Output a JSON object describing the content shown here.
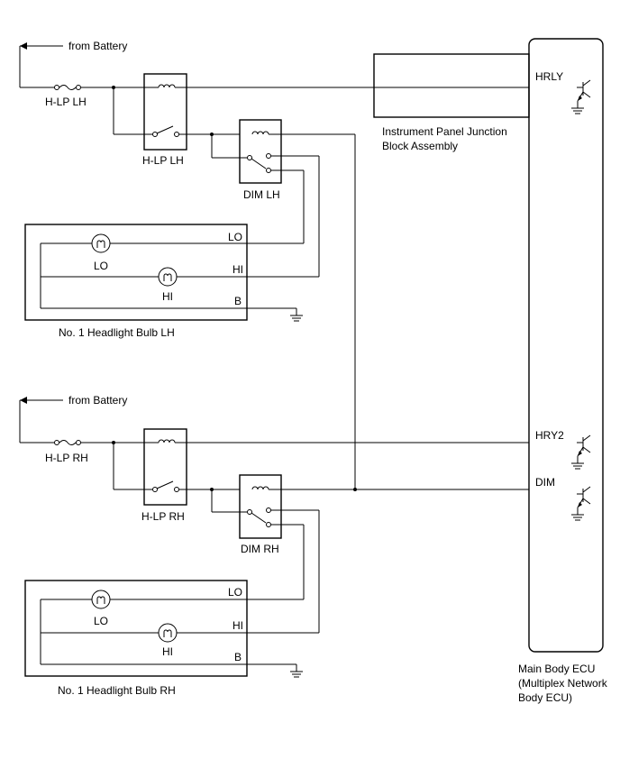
{
  "labels": {
    "battery_lh": "from Battery",
    "battery_rh": "from Battery",
    "fuse_lh": "H-LP LH",
    "fuse_rh": "H-LP RH",
    "relay_hlp_lh": "H-LP LH",
    "relay_hlp_rh": "H-LP RH",
    "relay_dim_lh": "DIM LH",
    "relay_dim_rh": "DIM RH",
    "junction_block_line1": "Instrument Panel Junction",
    "junction_block_line2": "Block Assembly",
    "ecu_line1": "Main Body ECU",
    "ecu_line2": "(Multiplex Network",
    "ecu_line3": "Body ECU)",
    "bulb_lh_title": "No. 1 Headlight Bulb LH",
    "bulb_rh_title": "No. 1 Headlight Bulb RH"
  },
  "pins": {
    "hrly": "HRLY",
    "hry2": "HRY2",
    "dim": "DIM",
    "lh_lo": "LO",
    "lh_hi": "HI",
    "lh_b": "B",
    "rh_lo": "LO",
    "rh_hi": "HI",
    "rh_b": "B"
  },
  "lamps": {
    "lh_lo": "LO",
    "lh_hi": "HI",
    "rh_lo": "LO",
    "rh_hi": "HI"
  }
}
